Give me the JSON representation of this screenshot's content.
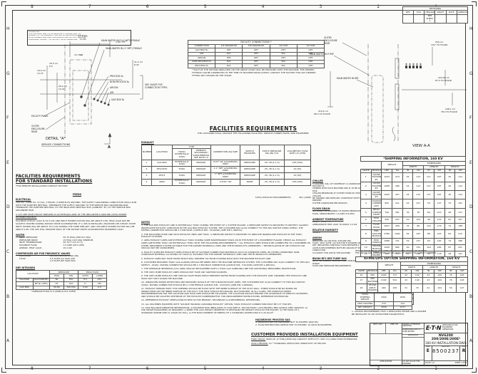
{
  "sheet": {
    "grid_numbers": [
      "8",
      "7",
      "6",
      "5",
      "4",
      "3",
      "2",
      "1"
    ],
    "grid_letters": [
      "H",
      "G",
      "F",
      "E",
      "D",
      "C",
      "B",
      "A"
    ]
  },
  "proprietary": {
    "lines": [
      "PROPRIETARY",
      "THIS DOCUMENT AND THE INFORMATION IT CONTAINS ARE THE",
      "PROPERTY OF THE COMPANY. IT MAY NOT BE COPIED OR REPRODUCED",
      "IN ANY MANNER, NOR USED FOR MANUFACTURE, WITHOUT WRITTEN",
      "PERMISSION. CONTACT THE FACTORY FOR AUTHORIZATION."
    ]
  },
  "revisions": {
    "title": "REVISIONS",
    "headers": [
      "REV",
      "ECO",
      "DESCRIPTION",
      "DRAFT",
      "DATE",
      "APPROVED"
    ],
    "row_description": "SEE SHEET 1"
  },
  "detail_a": {
    "title": "DETAIL \"A\"",
    "subtitle": "SERVICE CONNECTIONS",
    "section_letter": "A",
    "labels": {
      "main_water_out": "MAIN WATER OUT (1\" NPT) FEMALE",
      "main_water_in": "MAIN WATER IN (1\" NPT) FEMALE",
      "process_n2": "PROCESS N₂",
      "non_process_n2": "NON-PROCESS N₂",
      "argon": "ARGON",
      "air": "AIR",
      "gas_box_n2": "GAS BOX N₂",
      "see_chart_1": "SEE CHART FOR",
      "see_chart_2": "CONNECTION TYPES",
      "facility_panel": "FACILITY PANEL",
      "outer_enclosure_1": "OUTER",
      "outer_enclosure_2": "ENCLOSURE",
      "outer_enclosure_3": "REAR"
    },
    "dims": {
      "d1a": "27.9 cm",
      "d1b": "11.00",
      "d2": "1.50 TYP",
      "d3a": "16.5 cm",
      "d3b": "6.5",
      "d4a": "26.2 cm",
      "d4b": "10.31",
      "d5a": "15.7 cm",
      "d5b": "6.2",
      "d6a": "34.9 cm",
      "d6b": "13.75",
      "d7a": "21.2 cm",
      "d7b": "8.34"
    }
  },
  "facility_connections": {
    "title": "FACILITY CONNECTIONS *",
    "headers": [
      "CONNECTION",
      "1/4 SWAGELOK",
      "3/8 SWAGELOK",
      "1/4 VCR",
      "1/2 VCR"
    ],
    "rows": [
      [
        "GAS BOX N₂",
        "OPT",
        "OPT",
        "OPT",
        "OPT"
      ],
      [
        "AIR",
        "N/A",
        "OPT",
        "N/A",
        "OPT"
      ],
      [
        "ARGON",
        "OPT",
        "OPT",
        "OPT",
        "OPT"
      ],
      [
        "NON-PROCESS N₂",
        "N/A",
        "OPT",
        "N/A",
        "OPT"
      ],
      [
        "PROCESS N₂",
        "N/A",
        "OPT",
        "N/A",
        "OPT"
      ]
    ],
    "footnote": "* EACH OF THE OPTIONS INDICATED ON THE ABOVE CHART WILL BE PROVIDED WITH THE MACHINE. THE DESIRED FITTINGS CAN BE CONNECTED AT THE TIME OF MACHINE INSTALLATION. CONTACT THE FACTORY FOR ANY DESIRED FITTING NOT SHOWN ON THE CHART."
  },
  "views": {
    "title": "VIEW A-A",
    "outer_enclosure_1": "OUTER",
    "outer_enclosure_2": "ENCLOSURE",
    "outer_enclosure_3": "REAR",
    "water_out_ref": "MAIN WATER OUT REF",
    "water_in_ref": "MAIN WATER IN REF",
    "dim1a": "259 cm",
    "dim1b": "102\" TO FLOOR",
    "dim2a": "220.98 cm",
    "dim2b": "87.0 TO FLOOR",
    "dim3a": "198.1 cm",
    "dim3b": "78.0 TO FLOOR",
    "dim4a": "219.4 cm",
    "dim4b": "86.0 TO FLOOR"
  },
  "facilities_requirements": {
    "title": "FACILITIES REQUIREMENTS",
    "subtitle": "THE CUSTOMER SHALL PROVIDE THE FOLLOWING FACILITIES, SERVICE CONNECTIONS, AND EQUIPMENT."
  },
  "exhaust": {
    "label": "EXHAUST",
    "headers": [
      "NUMBER",
      "LOCATION",
      "TOXIC/ POTENTIALLY TOXIC",
      "PRIMARY/ SECONDARY/ SUPPLEMENTAL SEE NOTE 13",
      "CONNECTION ADJ SIZE",
      "SWITCH PROVIDED",
      "STATIC PRESSURE kPa (IN) H₂O",
      "VOLUMETRIC FLOW RATE L/S (CFM)"
    ],
    "type_group": "TYPE",
    "rows": [
      [
        "1",
        "GAS BOX",
        "POTENTIALLY TOXIC",
        "PRIMARY",
        "8.63\" OD w/SAMPLING PORT",
        "PRESSURE",
        ".25-.38 (1-1.5)",
        "236 (500)"
      ],
      [
        "2",
        "RF1/CRYO",
        "TOXIC",
        "PRIMARY",
        "2-1\" NPT w/SAMPLING PORT",
        "PRESSURE",
        ".25-.38 (1-1.5)",
        "24 (50)"
      ],
      [
        "3",
        "RF2/3",
        "TOXIC",
        "PRIMARY",
        "1\" NPT w/SAMPLING PORT",
        "PRESSURE",
        ".25-.38 (1-1.5)",
        "24 (50)"
      ],
      [
        "4",
        "AREA",
        "POTENTIALLY TOXIC",
        "PRIMARY",
        "2-8.63\" OD",
        "NONE",
        ".25-.38 (1-1.5)",
        "236 (500)"
      ]
    ],
    "total_label": "TOTAL EXHAUST REQUIREMENTS:",
    "total_value": "801 (1698)"
  },
  "notes": {
    "title": "NOTES",
    "items": [
      "1. THE GAS BOX EXHAUST LINE IS POTENTIALLY TOXIC DURING THE EVENT OF A SYSTEM FAILURE. A PRESSURE SWITCH IS PROVIDED TO PROTECT AGAINST INADEQUATE EXHAUST CONDITION IN THE GAS BOX EXHAUST SYSTEM. THE CUSTOMER MAY ALSO CONNECT TO THIS N/O SWITCH USING SHIELD. THE MATING CONNECTOR SHOULD BE A 3 PIN MALE. (AXCELIS P/N - 5101096) (AMP P/N 1-480701).",
      "2. THE ROUGHING PUMP AND CRYO EXHAUST LINES ARE TOXIC. A PRESSURE SWITCH IS PROVIDED TO INDICATE INADEQUATE EXHAUST IN THE TOXIC EXHAUST SYSTEMS.",
      "3. AREA EXHAUST LINES ARE POTENTIALLY TOXIC DURING SOME MAINTENANCE TASKS OR IN THE EVENT OF A EQUIPMENT FAILURE. HENCE ALL EXHAUST LINES ARE EITHER TOXIC OR POTENTIALLY TOXIC WITH THE FOLLOWING REQUIREMENTS: * ALL EXHAUST LINES SHOULD BE CONNECTED TO A SCRUBBER OR OTHER TREATMENT SYSTEM SUITABLE FOR THE DOPANT MATERIALS USED AND THE BY-PRODUCTS GENERATED. * RECIRCULATION OF ANY EXHAUST AIR SHOULD NOT BE CONSIDERED.",
      "4. FACILITY SUPPLIED EXHAUST LINES SHOULD BE OF SUITABLE CONNECTION MATERIALS SUCH AS STAINLESS STEEL OR OTHER COMPATIBLE, NON-CORROSIVE MATERIAL (UL RATING OF UL94V-0) SUITABLE FOR THE DOPANT MATERIALS USED AND THE BY-PRODUCTS GENERATED.",
      "5. EXHAUST LINES MAY HAVE TRAPS WHICH WILL PREVENT OIL FROM FLOWING BACK INTO THE MACHINE EXHAUST LINE.",
      "6. CUSTOMER PROVIDED TOXIC GAS ALARMS SHOULD BE WIRED INTO THE MACHINE INTERLOCK SYSTEM. THE CUSTOMER MAY ALSO CONNECT TO THIS N/O SWITCH - 24VAC. MATING CONNECTOR SHOULD BE A 3 PIN MALE CONNECTOR (AXCELIS P/N - 5101096) (AMP P/N 1-480701).",
      "7. THE OPERATOR INTERFACE (O.P.) AREA SHOULD BE EQUIPPED WITH A TOXIC GAS SAMPLING LINE FOR ADDITIONAL PERSONNEL PROTECTION.",
      "8. THE CRYO PUMP EXHAUST LINES SHOULD NOT HAVE ANY IGNITION SOURCES.",
      "9. THE CRYO PUMP EXHAUST LINE SHOULD HAVE TRAPS WHICH PREVENT WATER FROM FLOWING INTO THE EXHAUST LINE. DRAINING THIS EXHAUST LINE MUST NOT SHUT DOWN THE MACHINE.",
      "10. IONIZATION SMOKE DETECTORS ARE PROVIDED IN EACH OF THE 8 MAIN EXHAUST LINES. THE CUSTOMER MAY ALSO CONNECT TO THIS N/O SWITCH - 24VAC. MATING CONNECTOR SHOULD BE A 3 PIN FEMALE (AXCELIS P/N - 5101043) (AMP P/N 1-480699).",
      "11. EXHAUST SENSOR PORT: THIS OPENING SHOULD BE FLUSH WITH THE INNER SURFACE OF THE DUCT WALL. THERE SHOULD BE NO BURRS OR PROJECTIONS ON THE INNER SURFACE OF THE DUCT. THE HOLE SHOULD BE DRILLED, NOT PUNCHED. IN ALL CASES, THE MANUFACTURERS RECOMMENDATION FOR THE LOCATION AND HOLE SIZE SHOULD BE FOLLOWED. THE LOCATION SHOULD ENSURE THE AVOIDANCE OF IMPACTS OR EDDIES, AND SHOULD BE LOCATED UPSTREAM OF THE EXHAUST DAMPER/BAFFLE. FOR MEASUREMENT INSTRUCTIONS, REFERENCE P/N 8500346.",
      "12. REFERENCE EXHAUST VENTILATION IN SEMI S2 FOR PRIMARY, SECONDARY & SUPPLEMENTAL DEFINITIONS.",
      "13. ALL MACHINES EQUIPPED WITH \"SOURCE HOUSING CLEANING EXHAUST\" OPTION. TOXIC EXHAUST CONNECTION MUST BE 3.5\" FOR RF1.",
      "14. DISK BALANCE/VIBRATION INFORMATION: a) MAXIMUM DISK IMBALANCE AT 1200 RPM IS .003 INCH/SEC (.076 MM/SEC) PER AXCELIS SPEC 98400X3. b) USE WEIGHTS/WASHERS AS REQUIRED. c) BEND THE LAST WEIGHT INSERTED TO RESTRAIN THE WEIGHT STACK IN THE POCKET. d) THE MASS OF A STANDARD 200MM DISK IS 120LB (54.7KG). e) THE MASS MOMENT OF INERTIA OF A STANDARD 200MM DISK IS 5.43 KG-M²."
    ]
  },
  "services": [
    {
      "heading": "CHILLER",
      "lines": [
        "5 GALLONS (19L) OF DOWFROST (A CORROSION INHIBITOR, BIOCIDE) IS",
        "SHIPPED WITH EACH MACHINE AND IS TO BE ADDED TO THE DISK",
        "CHILLER RESERVOIR AT SYSTEM START-UP. SHOULD THE DISK CHILLER",
        "BE DRAINED AND REFILLED, DOWFROST MUST BE ADDED TO PREVENT",
        "SYSTEM CORROSION PER 8600231."
      ]
    },
    {
      "heading": "FLOOR DRAIN",
      "lines": [
        "OPTIONAL FOR DRAINING OF WATER RESERVOIR AND PUMP.",
        "FLOW: APPROXIMATELY 1.0 GPM (3.8 LPM)"
      ]
    },
    {
      "heading": "AMBIENT TEMPERATURE",
      "lines": [
        "60-80°F (15-27°C)",
        "APPROXIMATE HEAT LOAD TO ROOM: 3.4 kW"
      ]
    },
    {
      "heading": "RELATIVE HUMIDITY",
      "lines": [
        "30-80%"
      ]
    },
    {
      "heading": "ARGON",
      "lines": [
        "PRESSURE: 20-100 PSIG (138-689 kPa)",
        "FLOW: .0007 SCFM (.02 SLM FOR E-SHOWER AND GAS BOX)",
        "REF: IMPLANTER CONTROLS FLOW BETWEEN 2-10 SCCM",
        "AXCELIS RECOMMENDS BOTTLED ARGON OF SEMI-CONDUCTOR",
        "5.0 PURITY FOR USE IN THE MACHINE."
      ]
    },
    {
      "heading": "BW/80-RF2 DRY PUMP GAS",
      "lines": [
        "NOTE: REFERENCE VACUUM PUMP VENDOR DATA FOR N₂ PURGE",
        "FLOW AND PRESSURE REQUIREMENTS."
      ]
    }
  ],
  "left_column": {
    "title1": "FACILITIES REQUIREMENTS",
    "title2": "FOR STANDARD INSTALLATIONS",
    "subtitle": "*FOR REMOTE INSTALLATION CONTACT FACTORY",
    "feeds_title": "FEEDS",
    "electrical": {
      "heading": "ELECTRICAL",
      "p1": "208 VAC, 50/60 Hz, 37 kVA, 3 PHASE, 4 WIRE PLUS GROUND. THE SAFETY GROUNDING CONDUCTOR SHALL RUN WITH THE EARTHED NEUTRAL. TERMINATE THE SAFETY GROUND TO THE SERVICE BOX GROUNDING BAR. TERMINATE THE EARTHED NEUTRAL TO THE INSULATED NEUTRAL BUS (LABELED \"N\") AT THE SERVICE BOX GROUNDED BAR.",
      "p2": "A 125 AMP MAIN CIRCUIT BREAKER IS AN INTEGRAL PART OF THE IMPLANTER'S GROUND LEVEL POWER DISTRIBUTION BOX.",
      "p3": "MAXIMUM STEADY LOAD IS 33.5 kVA AND INPUT POWER FACTOR WILL BE ABOUT 0.80. PEAK LOAD MAY BE SLIGHTLY HIGHER DURING ROTARY DRIVE ACCELERATION. IF A UPS IS INSTALLED, MAXIMUM UPS STEADY STATE INPUT POWER WILL BE ABOUT 33.5 kVA DURING THE SAME IMPLANT, AND UPS INPUT POWER FACTOR WILL BE ABOUT 0.98. THE UPS WILL PROVIDE MOST OF THE ROTARY DRIVE ACCELERATION TRANSIENT LOAD."
    },
    "water": {
      "heading": "WATER",
      "specs": [
        [
          "INLET PRESSURE:",
          "55-75 PSIG (380-517 kPa)"
        ],
        [
          "PRESSURE DROP:",
          "15 PSIG (103 kPa) MINIMUM"
        ],
        [
          "INLET TEMPERATURE:",
          "55-70°F (13-21°C)"
        ],
        [
          "MAXIMUM FLOW:",
          "7.5 GPM (28.4 LPM)"
        ],
        [
          "APPROX. HEAT LOAD:",
          "15.2 kW"
        ]
      ]
    },
    "compressed_air": {
      "heading": "COMPRESSED AIR FOR PNEUMATIC VALVES",
      "specs": [
        [
          "PRESSURE:",
          "80-100 PSIG (621-690 kPa)"
        ],
        [
          "FLOW:",
          "0.5 SCFM (14 SLM) AVE"
        ],
        [
          "",
          "2.0 SCFM (85 SLM) MAX"
        ]
      ]
    },
    "dry_nitrogen": {
      "heading": "DRY NITROGEN",
      "location_label": "LOCATION",
      "pressure_label": "PRESSURE",
      "flow_label": "PEAK FLOW",
      "sub_headers": [
        "PSIG",
        "kPa",
        "SCFM",
        "L/MIN"
      ],
      "rows": [
        [
          "MACHINE",
          "MACHINE(MF)",
          "80",
          "550",
          "8.5",
          "241"
        ],
        [
          "",
          "MF N₂ (OPT)",
          "45",
          "310",
          "1*",
          "28*"
        ],
        [
          "GAS BOX",
          "",
          "50-80",
          "345-550",
          "0.02",
          "0.5"
        ]
      ],
      "footnote": "*AVERAGE FLOW IS 2 L/MIN (0.071 SCFM)"
    }
  },
  "shipping": {
    "title": "*SHIPPING INFORMATION, 160 KV",
    "dims_header": "DIMENSIONS",
    "crate_label": "CRATE",
    "module_label": "MODULE",
    "group_headers": [
      "WEIGHT",
      "WIDTH",
      "LENGTH",
      "HEIGHT"
    ],
    "sub_headers": [
      "LBS",
      "KG",
      "IN",
      "CM",
      "IN",
      "CM",
      "IN",
      "CM"
    ],
    "rows": [
      [
        "1",
        "LOOSE EQUIPMENT #1",
        "1043",
        "474",
        "44",
        "112",
        "117",
        "297",
        "45",
        "114"
      ],
      [
        "2",
        "LOOSE EQUIPMENT #2",
        "1068",
        "486",
        "44",
        "112",
        "117",
        "297",
        "45",
        "114"
      ],
      [
        "3",
        "LOOSE EQUIPMENT #3",
        "1005",
        "457",
        "44",
        "112",
        "117",
        "297",
        "45",
        "114"
      ],
      [
        "4",
        "SOURCE CABINET ASSY",
        "905",
        "411",
        "42",
        "107",
        "50",
        "127",
        "75",
        "191"
      ],
      [
        "5",
        "BEAM SUPPORT CRATE",
        "794",
        "361",
        "30",
        "76",
        "84",
        "213",
        "46",
        "117"
      ],
      [
        "6",
        "DISK CHILLER",
        "940",
        "427",
        "40",
        "102",
        "48",
        "122",
        "62",
        "157"
      ],
      [
        "7",
        "FLOW HOOD",
        "1007",
        "458",
        "34",
        "86",
        "110",
        "279",
        "74",
        "188"
      ],
      [
        "8",
        "END STATION MODULE",
        "2780",
        "1264",
        "64",
        "163",
        "88",
        "224",
        "84",
        "213"
      ],
      [
        "9",
        "DISK CONSOLE",
        "1586",
        "721",
        "54",
        "137",
        "64",
        "163",
        "74",
        "188"
      ],
      [
        "10",
        "TERMINAL MODULE",
        "1940",
        "882",
        "60",
        "152",
        "104",
        "264",
        "87",
        "221"
      ],
      [
        "11",
        "DUAL PROBE",
        "782",
        "355",
        "44",
        "112",
        "70",
        "178",
        "58",
        "147"
      ],
      [
        "12",
        "HIGH SERVICE MODULE",
        "2340",
        "1064",
        "60",
        "152",
        "127",
        "323",
        "80",
        "203"
      ],
      [
        "13",
        "CRYO COMPRESSOR",
        "860",
        "391",
        "27",
        "69",
        "42",
        "107",
        "33",
        "84"
      ],
      [
        "14",
        "POWER CRATE",
        "1408",
        "640",
        "47",
        "119",
        "64",
        "163",
        "56",
        "142"
      ],
      [
        "15",
        "SPARE BOX",
        "276",
        "125",
        "24",
        "61",
        "40",
        "102",
        "30",
        "76"
      ]
    ],
    "totals": [
      [
        "TOTAL SHIPPING WEIGHT",
        "21504",
        "9778"
      ],
      [
        "LESS CRATING",
        "4050",
        "1841"
      ],
      [
        "TOTAL NET WEIGHT",
        "17454",
        "7937"
      ]
    ],
    "footnote": "*ALL WEIGHTS AND DIMENSIONS ARE APPROXIMATE."
  },
  "xfmr": {
    "note1": "WEIGHTS SHOWN BELOW APPLY WHEN UPS AND/OR XFMR OPTIONS ARE ORDERED.",
    "note2": "THEY ARE (OR ADD) APPROXIMATELY 150 LBS (68 KG) OF CRATING FOR DOMESTIC SHIPMENTS.",
    "title": "XFMR/UPS OPTION SHIPPING INFORMATION, 160 KV",
    "dims_header": "DIMENSIONS",
    "crate_label": "CRATE",
    "module_label": "MODULE",
    "group_headers": [
      "WEIGHT",
      "WIDTH",
      "LENGTH",
      "HEIGHT"
    ],
    "sub_headers": [
      "LBS",
      "KG",
      "IN",
      "CM",
      "IN",
      "CM",
      "IN",
      "CM"
    ],
    "rows": [
      [
        "16",
        "UPS",
        "1600",
        "727",
        "43",
        "109",
        "43",
        "109",
        "76",
        "193"
      ],
      [
        "17",
        "UPS BATTERIES",
        "1300",
        "591",
        "43",
        "109",
        "43",
        "109",
        "76",
        "193"
      ],
      [
        "18",
        "45 KVA INPUT TRANSFORMER",
        "400",
        "182",
        "31",
        "79",
        "41",
        "104",
        "50",
        "127"
      ]
    ],
    "totals": [
      [
        "TOTAL SHIPPING WEIGHT",
        "3300",
        "1500"
      ],
      [
        "LESS CRATING",
        "270",
        "123"
      ],
      [
        "NET WEIGHT",
        "3030",
        "1377"
      ]
    ]
  },
  "machine_note": {
    "lines": [
      "1. AXCELIS RECOMMENDS THAT A DEDICATED PHONE LINE & MODEM",
      "   BE INSTALLED TO AID IN MACHINE DIAGNOSTICS."
    ]
  },
  "hazardous": {
    "heading": "HAZARDOUS PROCESS GAS",
    "items": [
      "1. MAXIMUM BOTTLE PRESSURE NOT TO EXCEED 1600 PSI.",
      "2. FLOW RESTRICTION ORIFICE NOT TO EXCEED .01 INCH IN DIAMETER."
    ]
  },
  "customer_equipment": {
    "heading": "CUSTOMER PROVIDED INSTALLATION EQUIPMENT",
    "fork_label": "FORK TRUCK:",
    "fork_text": "8000 LB. (4 TON) [3636 KG] CAPACITY WITH 6 FT. (183 cm) LONG FORK EXTENSIONS",
    "leak_label": "LEAK CHECKER:",
    "leak_text": "10⁻⁹ STANDARD ATM/CC/SEC SENSITIVITY OF HELIUM"
  },
  "titleblock": {
    "do_not_scale": "DO NOT SCALE THIS DRAWING",
    "tolerance_1": "UNLESS OTHERWISE SPECIFIED",
    "tolerance_2": "DIMENSIONS ARE cm OVER INCHES",
    "approvals_label": "APPROVALS",
    "application_label": "APPLICATION",
    "next_assy_label": "NEXT ASSY",
    "used_on_label": "USED ON",
    "logo_text": "E·T·N",
    "logo_sub": "SEMICONDUCTOR EQUIPMENT OPERATIONS",
    "title_line1": "NV6200 200/200E/200E²",
    "title_line2": "160 KV INSTALLATION DWG",
    "size_label": "SIZE",
    "size": "E",
    "dwg_label": "DWG NO.",
    "dwg_no": "8500237",
    "rev_label": "REV",
    "rev": "R",
    "scale": "SCALE: 1/4",
    "sheet": "SHEET 2 OF 4"
  }
}
